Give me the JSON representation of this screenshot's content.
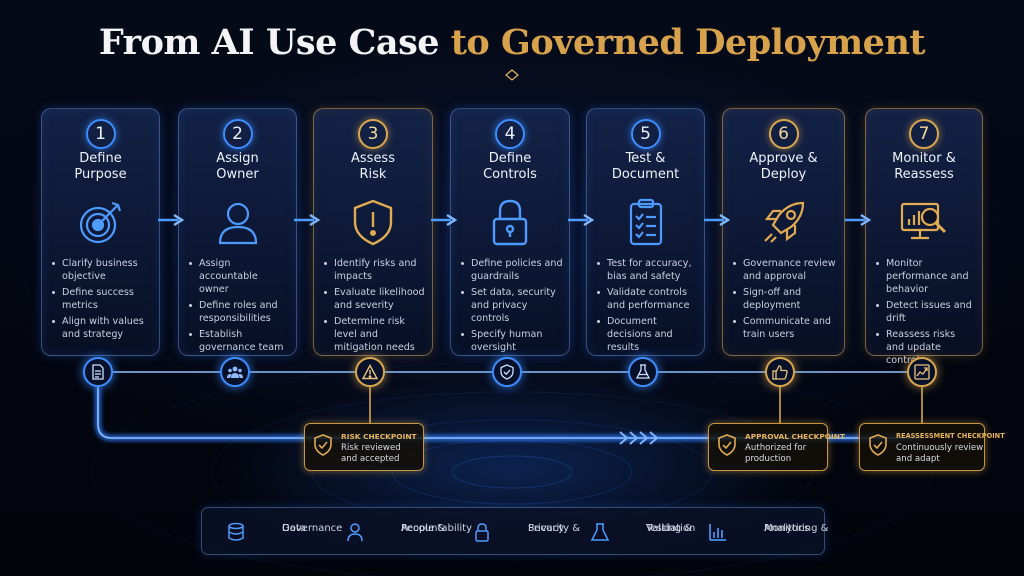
{
  "title": {
    "part1": "From AI Use Case",
    "part2": "to Governed Deployment"
  },
  "steps": [
    {
      "num": "1",
      "title_l1": "Define",
      "title_l2": "Purpose",
      "icon": "target-icon",
      "bullets": [
        "Clarify business objective",
        "Define success metrics",
        "Align with values and strategy"
      ]
    },
    {
      "num": "2",
      "title_l1": "Assign",
      "title_l2": "Owner",
      "icon": "person-icon",
      "bullets": [
        "Assign accountable owner",
        "Define roles and responsibilities",
        "Establish governance team"
      ]
    },
    {
      "num": "3",
      "title_l1": "Assess",
      "title_l2": "Risk",
      "icon": "warning-shield-icon",
      "bullets": [
        "Identify risks and impacts",
        "Evaluate likelihood and severity",
        "Determine risk level and mitigation needs"
      ]
    },
    {
      "num": "4",
      "title_l1": "Define",
      "title_l2": "Controls",
      "icon": "lock-icon",
      "bullets": [
        "Define policies and guardrails",
        "Set data, security and privacy controls",
        "Specify human oversight"
      ]
    },
    {
      "num": "5",
      "title_l1": "Test &",
      "title_l2": "Document",
      "icon": "clipboard-icon",
      "bullets": [
        "Test for accuracy, bias and safety",
        "Validate controls and performance",
        "Document decisions and results"
      ]
    },
    {
      "num": "6",
      "title_l1": "Approve &",
      "title_l2": "Deploy",
      "icon": "rocket-icon",
      "bullets": [
        "Governance review and approval",
        "Sign-off and deployment",
        "Communicate and train users"
      ]
    },
    {
      "num": "7",
      "title_l1": "Monitor &",
      "title_l2": "Reassess",
      "icon": "monitor-magnifier-icon",
      "bullets": [
        "Monitor performance and behavior",
        "Detect issues and drift",
        "Reassess risks and update controls"
      ]
    }
  ],
  "nodes": [
    "document-icon",
    "team-icon",
    "warning-icon",
    "shield-check-icon",
    "flask-icon",
    "thumbs-up-icon",
    "trend-chart-icon"
  ],
  "checkpoints": [
    {
      "title": "RISK CHECKPOINT",
      "line1": "Risk reviewed",
      "line2": "and accepted"
    },
    {
      "title": "APPROVAL CHECKPOINT",
      "line1": "Authorized for",
      "line2": "production"
    },
    {
      "title": "REASSESSMENT CHECKPOINT",
      "line1": "Continuously review",
      "line2": "and adapt"
    }
  ],
  "pillars": [
    {
      "line1": "Data",
      "line2": "Governance",
      "icon": "database-icon"
    },
    {
      "line1": "People &",
      "line2": "Accountability",
      "icon": "person-icon"
    },
    {
      "line1": "Security &",
      "line2": "Privacy",
      "icon": "lock-icon"
    },
    {
      "line1": "Testing &",
      "line2": "Validation",
      "icon": "flask-icon"
    },
    {
      "line1": "Monitoring &",
      "line2": "Analytics",
      "icon": "bar-chart-icon"
    }
  ],
  "colors": {
    "blue": "#3c8cff",
    "gold": "#d9a64e",
    "background": "#03060f"
  }
}
